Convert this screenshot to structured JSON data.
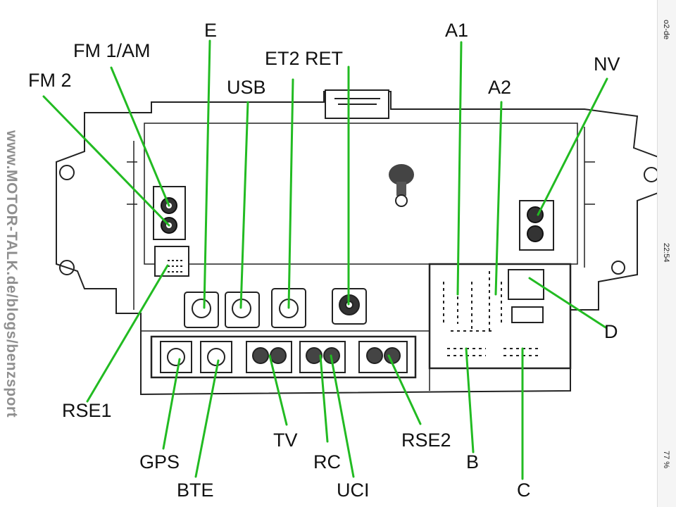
{
  "labels": {
    "fm2": "FM 2",
    "fm1am": "FM 1/AM",
    "e": "E",
    "usb": "USB",
    "et2ret": "ET2 RET",
    "a1": "A1",
    "a2": "A2",
    "nv": "NV",
    "d": "D",
    "rse1": "RSE1",
    "gps": "GPS",
    "bte": "BTE",
    "tv": "TV",
    "rc": "RC",
    "uci": "UCI",
    "rse2": "RSE2",
    "b": "B",
    "c": "C"
  },
  "watermark": "www.MOTOR-TALK.de/blogs/benzsport",
  "status_bar": {
    "carrier": "o2-de",
    "time": "22:54",
    "battery": "77 %"
  },
  "colors": {
    "leader": "#22bb22",
    "outline": "#222222",
    "text": "#111111"
  }
}
